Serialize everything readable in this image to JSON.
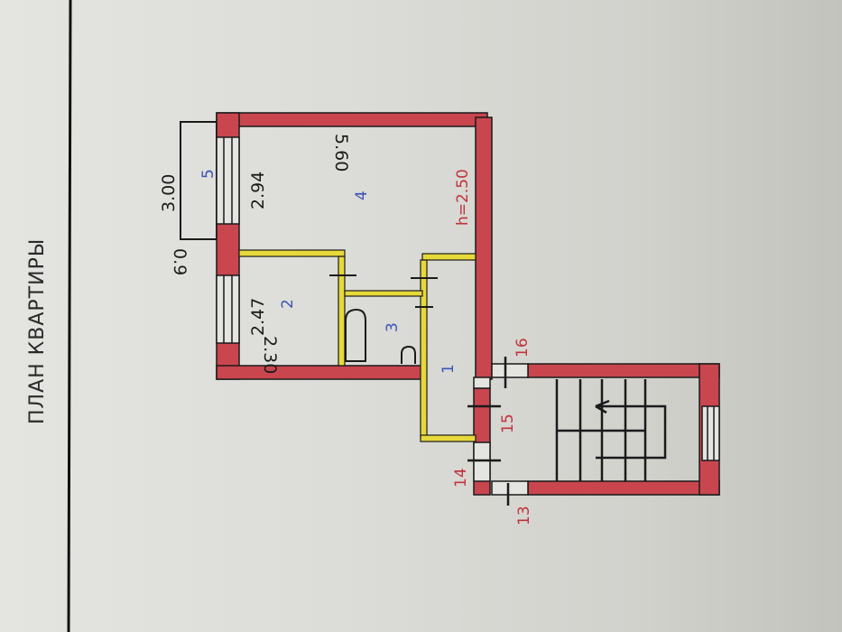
{
  "title": "ПЛАН КВАРТИРЫ",
  "colors": {
    "wall": "#c9464f",
    "partition": "#e6d93a",
    "lines": "#1a1a1a",
    "room_numbers": "#3d55b5",
    "axis_labels": "#c0343c"
  },
  "rooms": [
    {
      "number": "1"
    },
    {
      "number": "2",
      "dims": [
        "2.47",
        "2.30"
      ]
    },
    {
      "number": "3"
    },
    {
      "number": "4",
      "dims": [
        "2.94",
        "5.60"
      ],
      "height": "h=2.50"
    },
    {
      "number": "5",
      "dims": [
        "3.00",
        "0.9"
      ]
    }
  ],
  "axes": [
    "13",
    "14",
    "15",
    "16"
  ]
}
